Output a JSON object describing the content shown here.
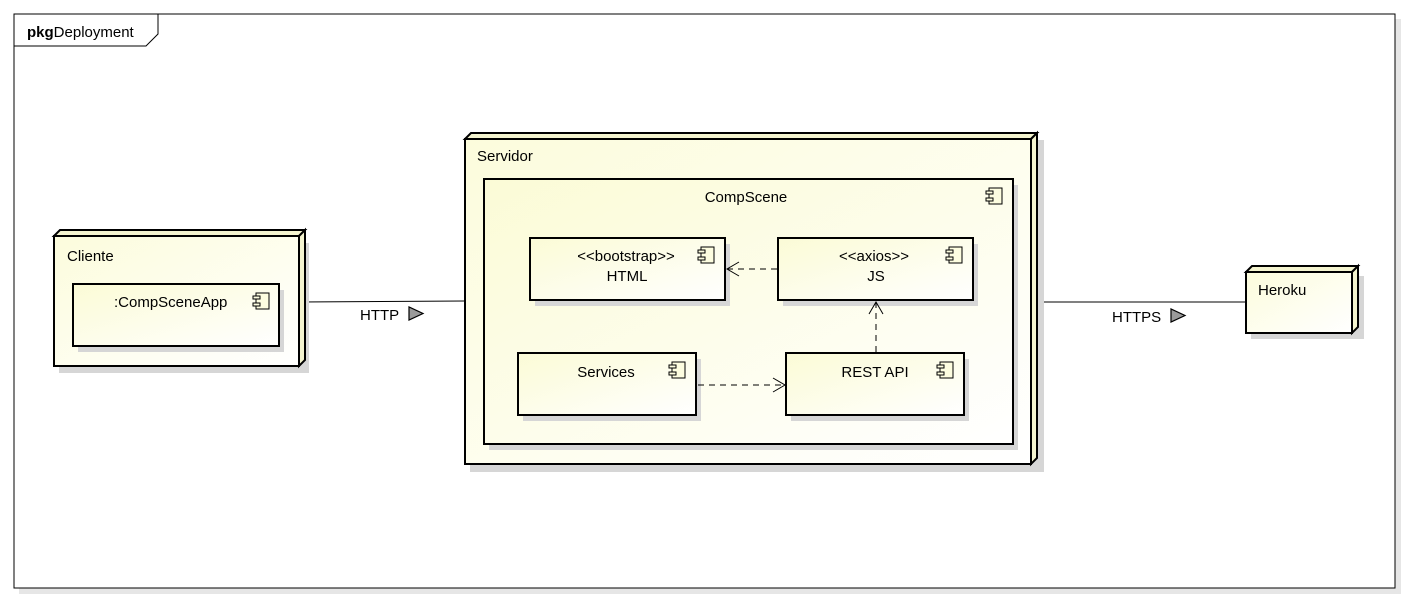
{
  "frame": {
    "keyword": "pkg",
    "name": "Deployment"
  },
  "nodes": {
    "cliente": {
      "label": "Cliente"
    },
    "servidor": {
      "label": "Servidor"
    },
    "heroku": {
      "label": "Heroku"
    }
  },
  "components": {
    "compsceneapp": {
      "label": ":CompSceneApp"
    },
    "compscene": {
      "label": "CompScene"
    },
    "html": {
      "stereotype": "<<bootstrap>>",
      "label": "HTML"
    },
    "js": {
      "stereotype": "<<axios>>",
      "label": "JS"
    },
    "services": {
      "label": "Services"
    },
    "restapi": {
      "label": "REST API"
    }
  },
  "connections": {
    "http": {
      "label": "HTTP"
    },
    "https": {
      "label": "HTTPS"
    }
  },
  "colors": {
    "fill": "#fdfde0",
    "shadow": "#d6d6d6",
    "stroke": "#000000"
  }
}
